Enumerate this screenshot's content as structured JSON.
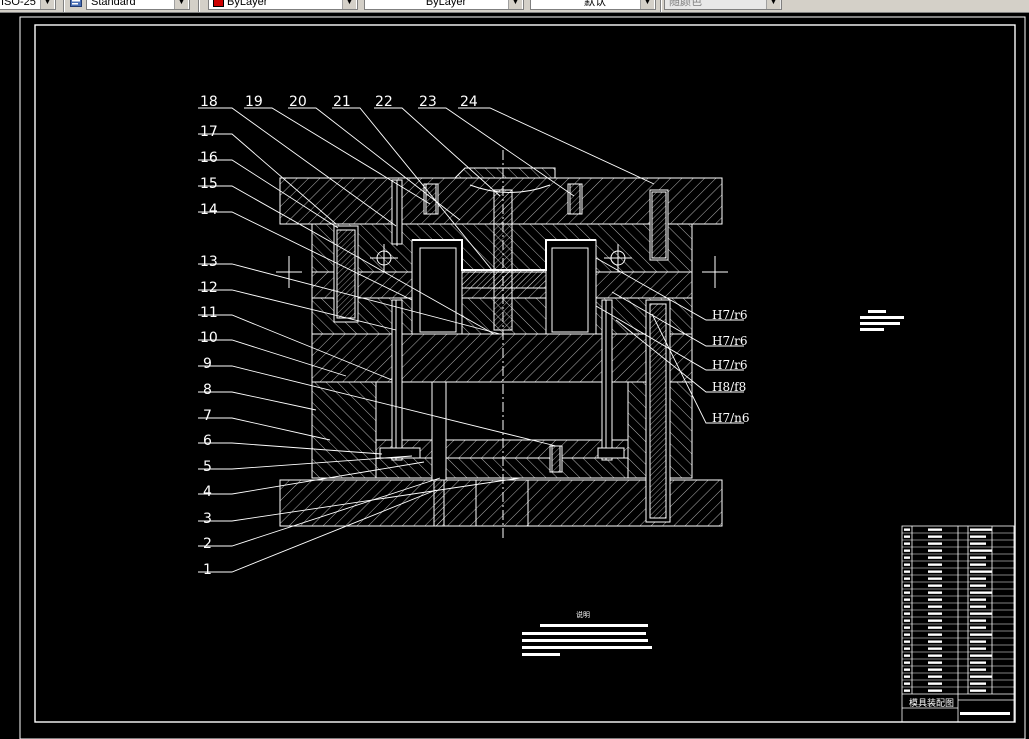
{
  "toolbar": {
    "dimstyle_value": "ISO-25",
    "textstyle_value": "Standard",
    "color_value": "ByLayer",
    "linetype_value": "ByLayer",
    "lineweight_value": "默认",
    "plotstyle_value": "随颜色",
    "accent_color": "#cc0000"
  },
  "drawing": {
    "part_numbers": [
      "1",
      "2",
      "3",
      "4",
      "5",
      "6",
      "7",
      "8",
      "9",
      "10",
      "11",
      "12",
      "13",
      "14",
      "15",
      "16",
      "17",
      "18",
      "19",
      "20",
      "21",
      "22",
      "23",
      "24"
    ],
    "fits": [
      "H7/r6",
      "H7/r6",
      "H7/r6",
      "H8/f8",
      "H7/n6"
    ],
    "notes_title": "说明",
    "title_block_name": "模具装配图"
  }
}
